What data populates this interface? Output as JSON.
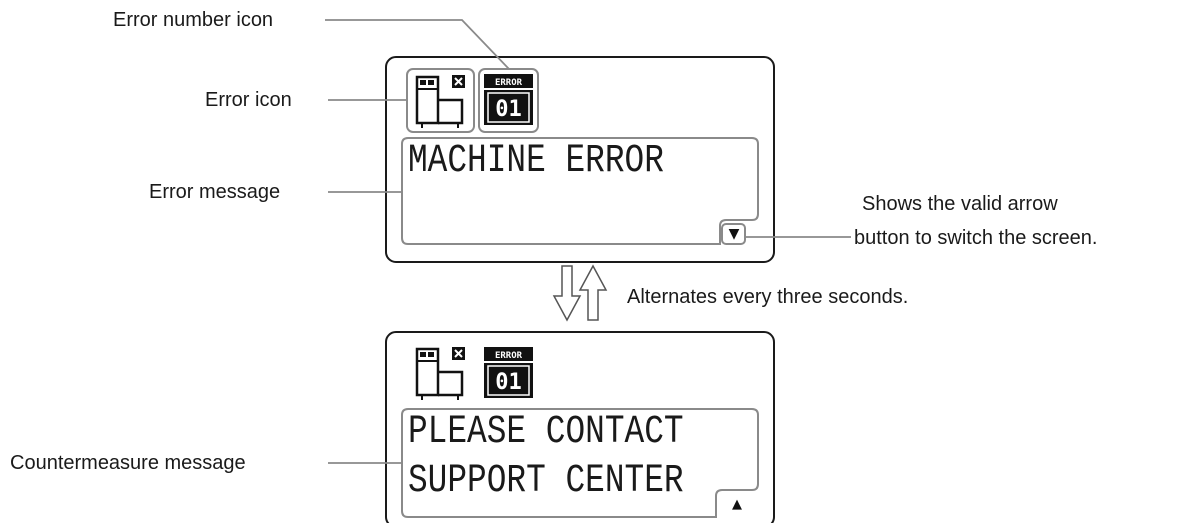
{
  "callouts": {
    "error_number_icon": "Error number icon",
    "error_icon": "Error icon",
    "error_message": "Error message",
    "arrow_note_line1": "Shows the valid arrow",
    "arrow_note_line2": "button to switch the screen.",
    "alternates": "Alternates every three seconds.",
    "countermeasure_message": "Countermeasure message"
  },
  "screen1": {
    "error_badge_label": "ERROR",
    "error_number": "01",
    "message_line1": "MACHINE ERROR",
    "arrow": "▼"
  },
  "screen2": {
    "error_badge_label": "ERROR",
    "error_number": "01",
    "message_line1": "PLEASE CONTACT",
    "message_line2": "SUPPORT CENTER",
    "arrow": "▲"
  },
  "colors": {
    "line": "#1a1a1a",
    "leader": "#888888",
    "badge": "#111111"
  }
}
